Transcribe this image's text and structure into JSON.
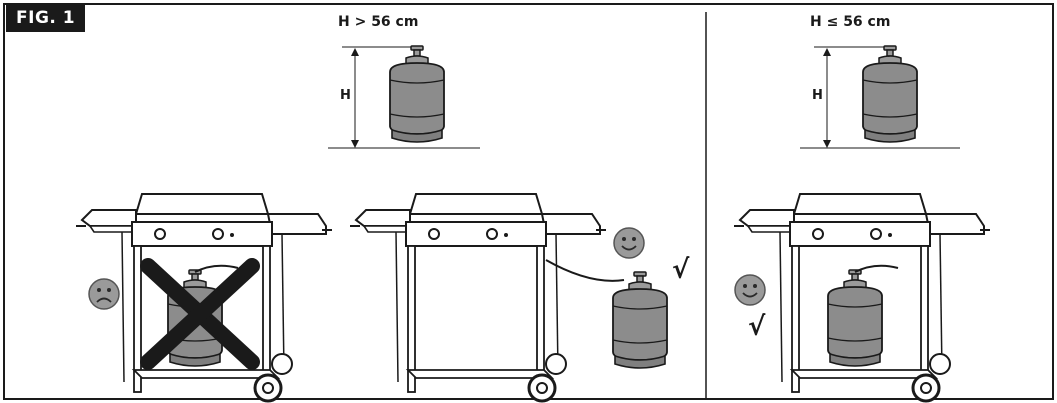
{
  "figure": {
    "label": "FIG. 1",
    "left_panel": {
      "caption": "H > 56 cm",
      "height_label": "H"
    },
    "right_panel": {
      "caption": "H ≤ 56 cm",
      "height_label": "H"
    },
    "check_mark": "√"
  },
  "colors": {
    "cylinder_fill": "#8c8c8c",
    "outline": "#1a1a1a",
    "cross": "#1a1a1a",
    "face": "#9a9a9a",
    "frame": "#1a1a1a"
  },
  "icons": [
    "sad-face-icon",
    "smiley-face-icon",
    "cross-mark-icon",
    "check-mark-icon",
    "gas-cylinder-icon",
    "grill-icon",
    "height-dimension-icon"
  ]
}
